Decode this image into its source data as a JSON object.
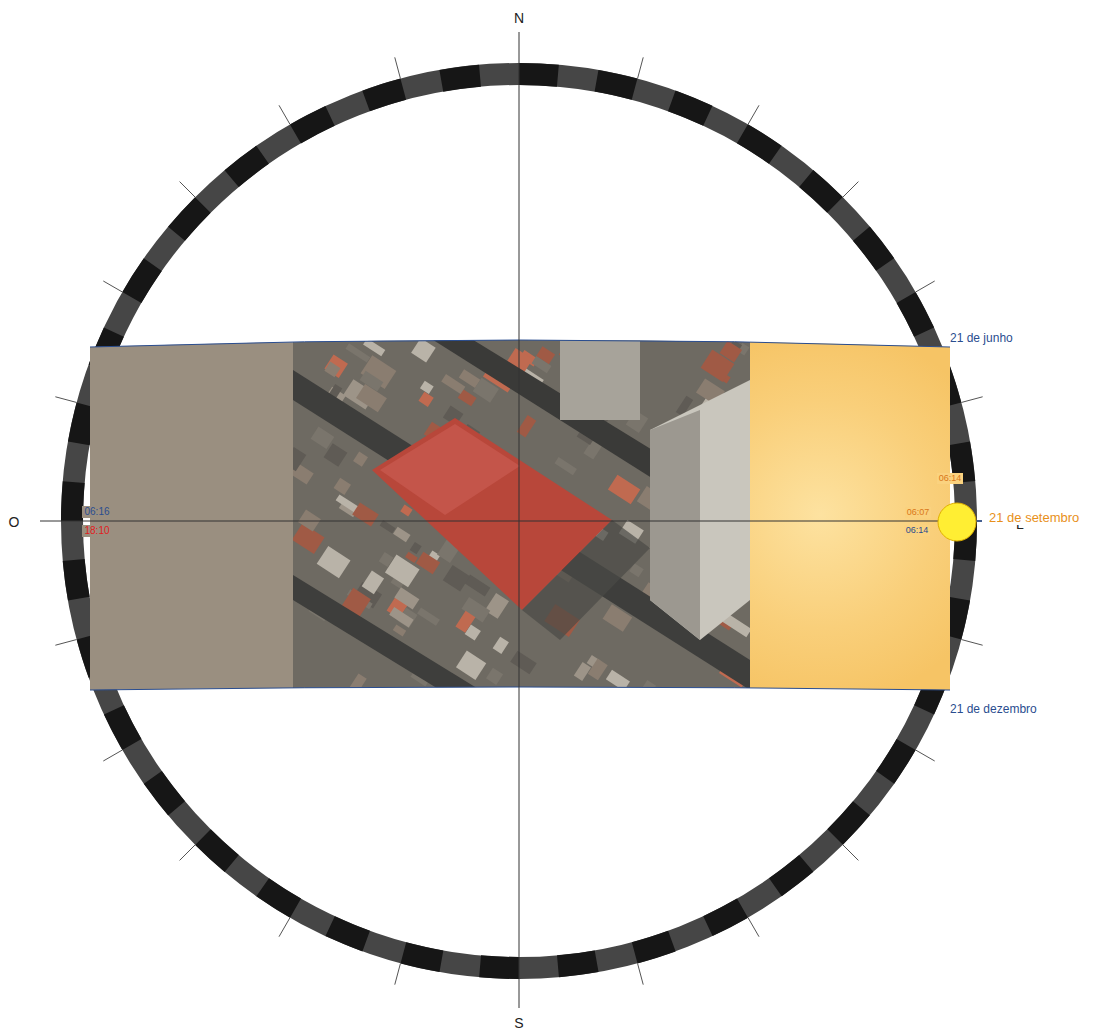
{
  "diagram": {
    "labels": [
      "N",
      "S",
      "O",
      "L",
      "21 de junho",
      "21 de setembro",
      "21 de dezembro",
      "06:14",
      "06:07",
      "06:14",
      "06:16",
      "18:10"
    ]
  }
}
